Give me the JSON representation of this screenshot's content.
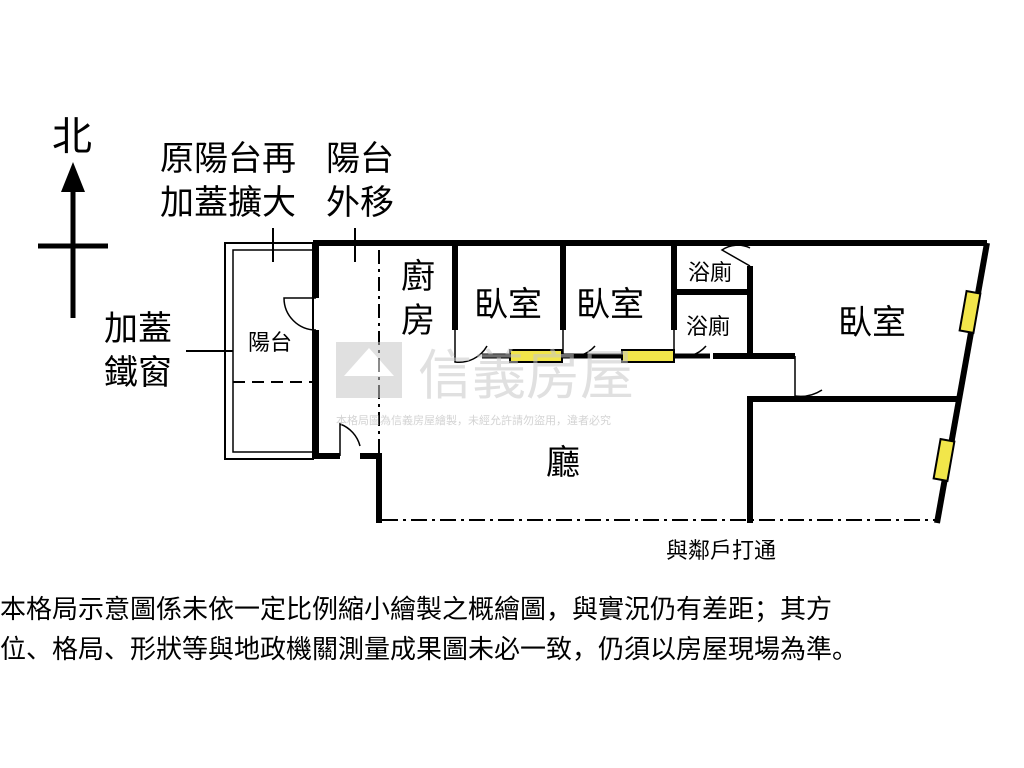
{
  "compass": {
    "north_label": "北"
  },
  "annotations": {
    "balcony_enlarged_line1": "原陽台再",
    "balcony_enlarged_line2": "加蓋擴大",
    "balcony_moved_line1": "陽台",
    "balcony_moved_line2": "外移",
    "iron_window_line1": "加蓋",
    "iron_window_line2": "鐵窗",
    "neighbor_connected": "與鄰戶打通"
  },
  "rooms": {
    "balcony": "陽台",
    "kitchen_line1": "廚",
    "kitchen_line2": "房",
    "bedroom_1": "臥室",
    "bedroom_2": "臥室",
    "bathroom_1": "浴廁",
    "bathroom_2": "浴廁",
    "bedroom_3": "臥室",
    "living_room": "廳"
  },
  "watermark": {
    "brand": "信義房屋",
    "notice": "本格局圖為信義房屋繪製，未經允許請勿盜用，違者必究"
  },
  "disclaimer": {
    "line1": "本格局示意圖係未依一定比例縮小繪製之概繪圖，與實況仍有差距；其方",
    "line2": "位、格局、形狀等與地政機關測量成果圖未必一致，仍須以房屋現場為準。"
  },
  "colors": {
    "wall": "#000000",
    "window_fill": "#f2e64a",
    "watermark": "#c8c8c8"
  }
}
